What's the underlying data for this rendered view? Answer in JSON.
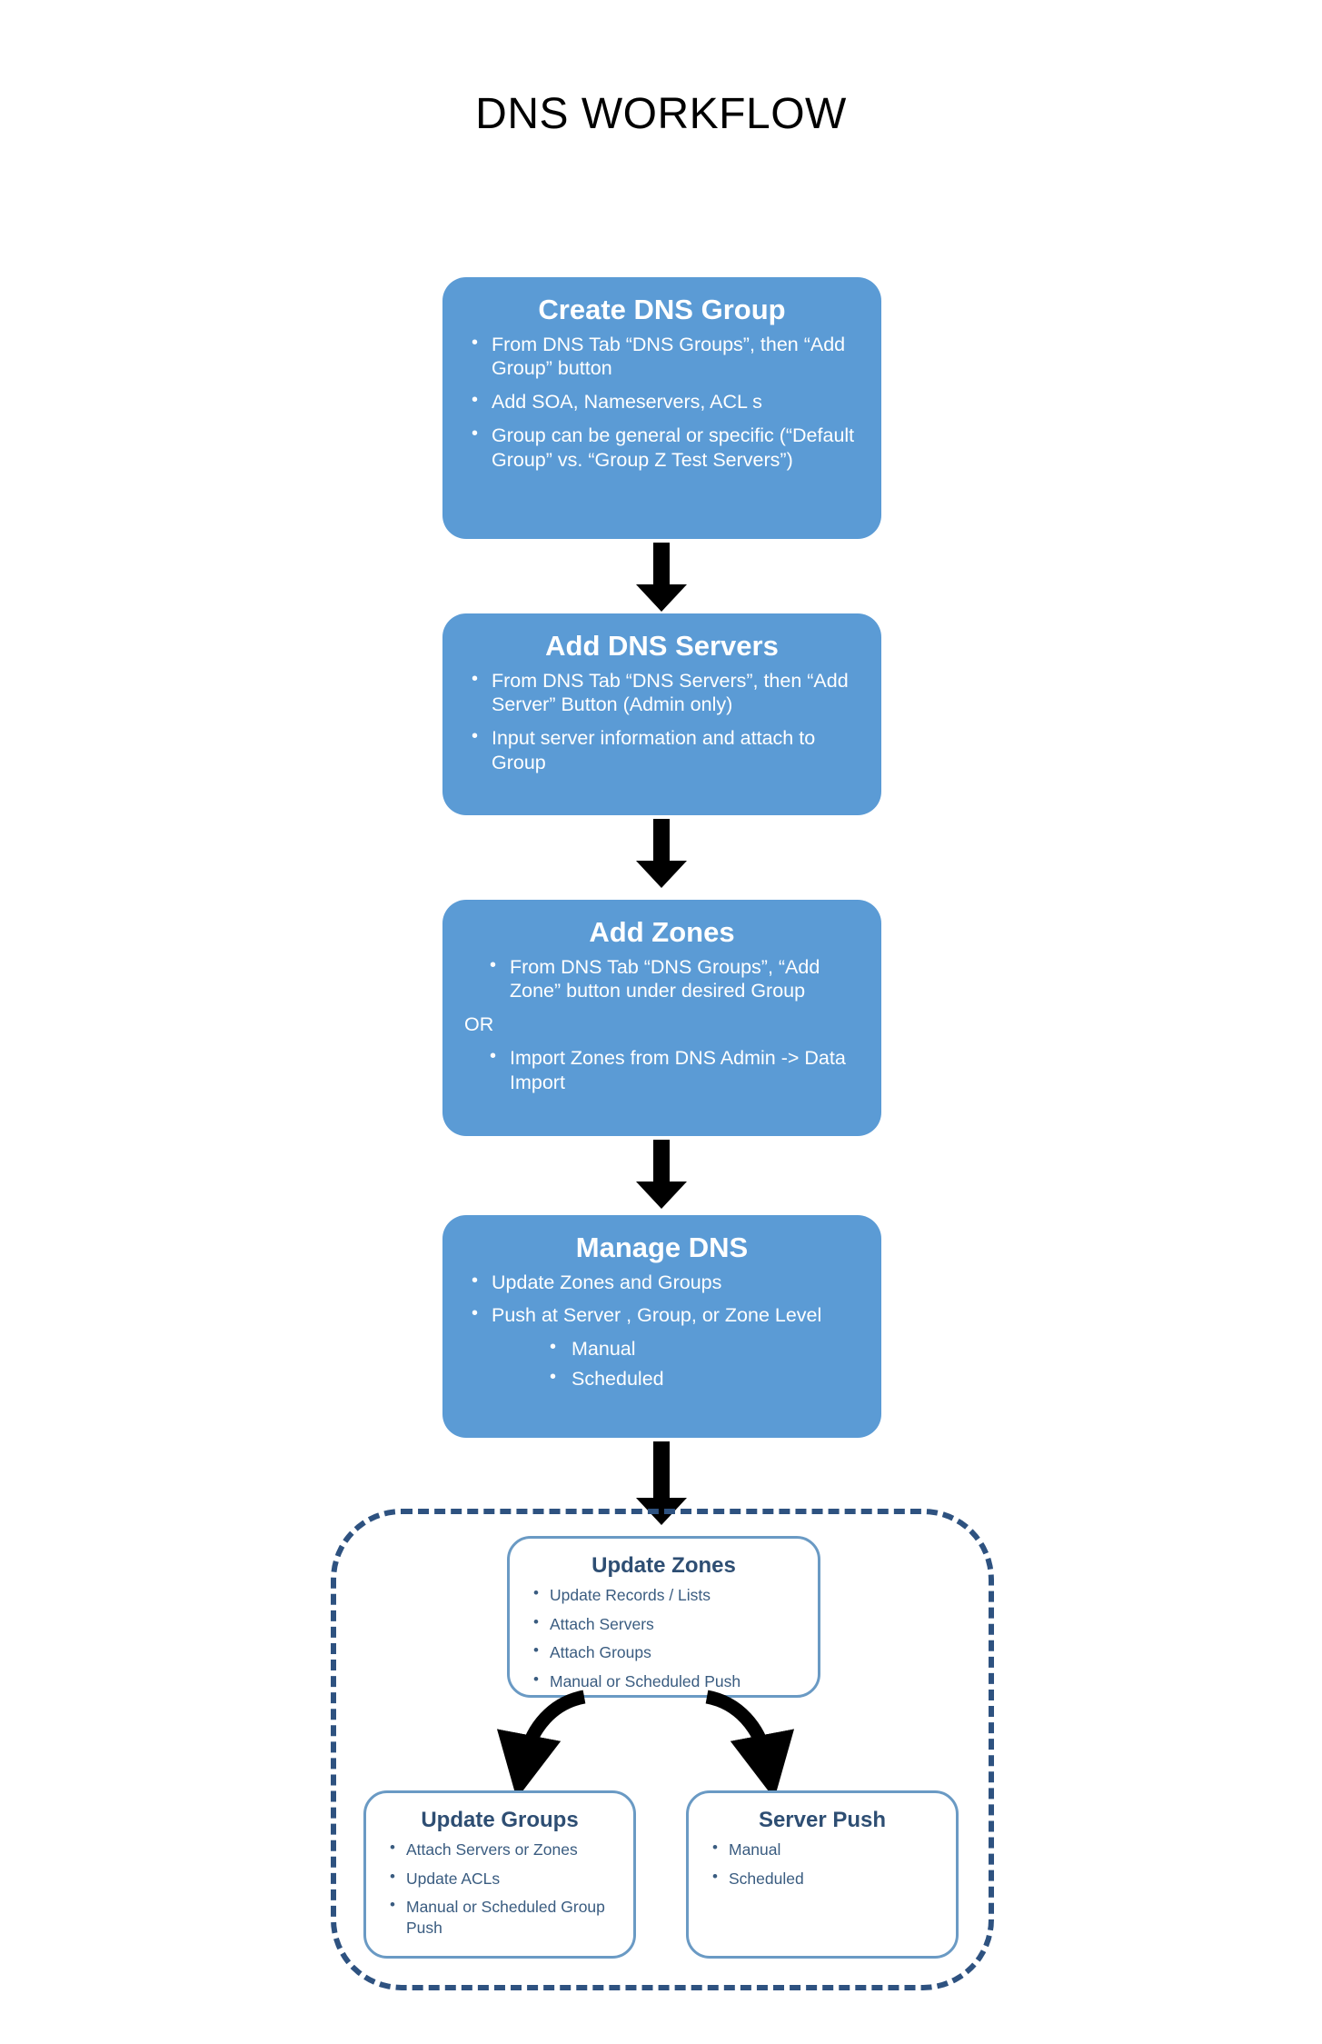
{
  "title": "DNS WORKFLOW",
  "colors": {
    "process_box_fill": "#5B9BD5",
    "process_box_text": "#FFFFFF",
    "outline_box_border": "#6A9AC4",
    "outline_box_title_text": "#2E4E73",
    "outline_box_body_text": "#3A5C80",
    "dashed_region_border": "#2E5280",
    "arrow": "#000000",
    "page_background": "#FFFFFF",
    "title_text": "#000000"
  },
  "process_steps": [
    {
      "id": "create-dns-group",
      "title": "Create DNS Group",
      "bullets": [
        "From DNS Tab “DNS Groups”, then “Add Group” button",
        "Add SOA, Nameservers, ACL s",
        "Group can be general or specific (“Default Group” vs. “Group Z Test Servers”)"
      ]
    },
    {
      "id": "add-dns-servers",
      "title": "Add DNS Servers",
      "bullets": [
        "From DNS Tab “DNS Servers”, then “Add Server” Button (Admin only)",
        "Input server information and attach to Group"
      ]
    },
    {
      "id": "add-zones",
      "title": "Add  Zones",
      "bullets": [
        "From DNS Tab “DNS Groups”, “Add Zone” button under desired Group",
        "OR",
        "Import Zones from DNS Admin -> Data Import"
      ]
    },
    {
      "id": "manage-dns",
      "title": "Manage DNS",
      "bullets": [
        "Update Zones and Groups",
        "Push at Server , Group, or Zone Level",
        "Manual",
        "Scheduled"
      ]
    }
  ],
  "detail_boxes": [
    {
      "id": "update-zones",
      "title": "Update Zones",
      "bullets": [
        "Update Records / Lists",
        "Attach Servers",
        "Attach Groups",
        "Manual or Scheduled Push"
      ]
    },
    {
      "id": "update-groups",
      "title": "Update Groups",
      "bullets": [
        "Attach Servers or Zones",
        "Update ACLs",
        "Manual or Scheduled Group Push"
      ]
    },
    {
      "id": "server-push",
      "title": "Server Push",
      "bullets": [
        "Manual",
        "Scheduled"
      ]
    }
  ]
}
